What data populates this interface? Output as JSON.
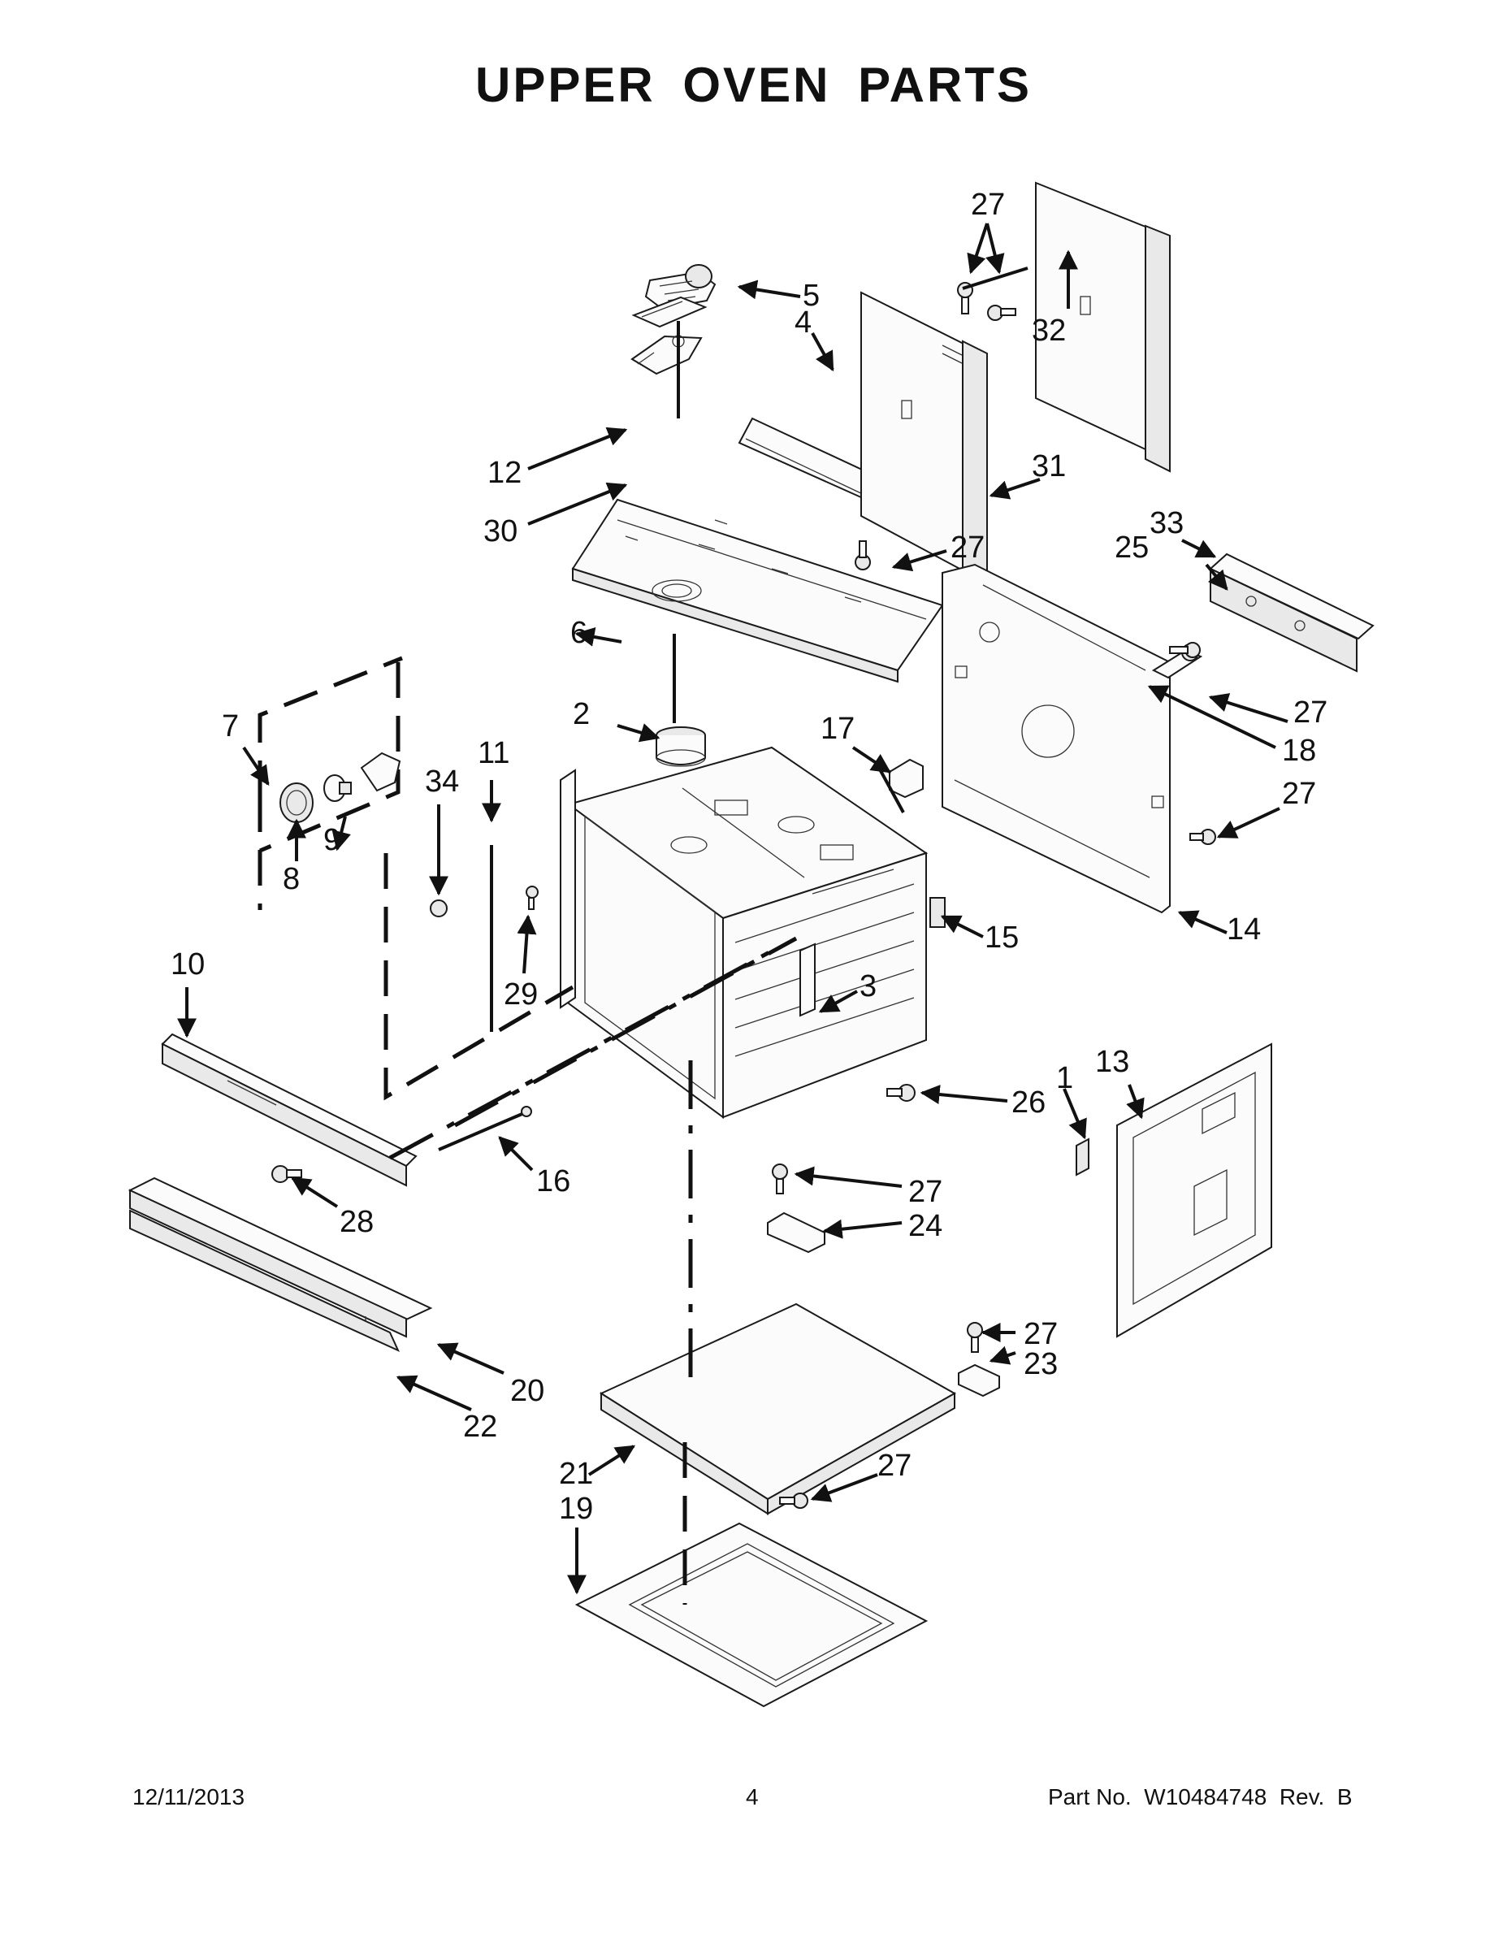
{
  "title": "UPPER OVEN PARTS",
  "callouts": {
    "c1": "1",
    "c2": "2",
    "c3": "3",
    "c4": "4",
    "c5": "5",
    "c6": "6",
    "c7": "7",
    "c8": "8",
    "c9": "9",
    "c10": "10",
    "c11": "11",
    "c12": "12",
    "c13": "13",
    "c14": "14",
    "c15": "15",
    "c16": "16",
    "c17": "17",
    "c18": "18",
    "c19": "19",
    "c20": "20",
    "c21": "21",
    "c22": "22",
    "c23": "23",
    "c24": "24",
    "c25": "25",
    "c26": "26",
    "c27": "27",
    "c28": "28",
    "c29": "29",
    "c30": "30",
    "c31": "31",
    "c32": "32",
    "c33": "33",
    "c34": "34"
  },
  "footer": {
    "date": "12/11/2013",
    "page": "4",
    "part_no": "Part No.  W10484748  Rev.  B"
  }
}
